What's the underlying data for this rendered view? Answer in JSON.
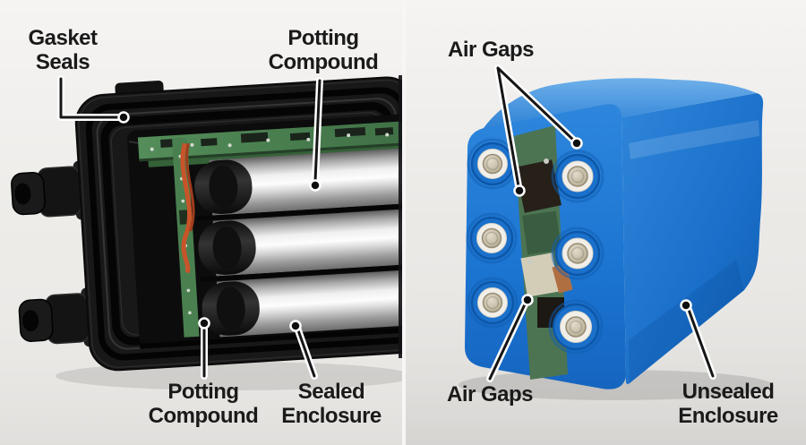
{
  "annotations": {
    "gasket_seals": {
      "line1": "Gasket",
      "line2": "Seals"
    },
    "potting_compound_top": {
      "line1": "Potting",
      "line2": "Compound"
    },
    "air_gaps_top": {
      "line1": "Air Gaps"
    },
    "potting_compound_bottom": {
      "line1": "Potting",
      "line2": "Compound"
    },
    "sealed_enclosure": {
      "line1": "Sealed",
      "line2": "Enclosure"
    },
    "air_gaps_bottom": {
      "line1": "Air Gaps"
    },
    "unsealed_enclosure": {
      "line1": "Unsealed",
      "line2": "Enclosure"
    }
  },
  "colors": {
    "annotation_text": "#1a1a1a",
    "leader_line": "#161616",
    "leader_casing": "#ffffff",
    "marker_dot": "#101010",
    "marker_ring": "#ffffff",
    "left_background": "#edebe8",
    "right_background": "#ebe9e6",
    "sealed_enclosure_black": "#171717",
    "battery_cell_silver": "#e8e8e8",
    "pcb_green": "#4a8050",
    "wire_orange": "#c85429",
    "pack_blue": "#1b76d3",
    "cell_end_white_ring": "#f2efe9",
    "cell_end_metal_cap": "#c4bba6"
  }
}
